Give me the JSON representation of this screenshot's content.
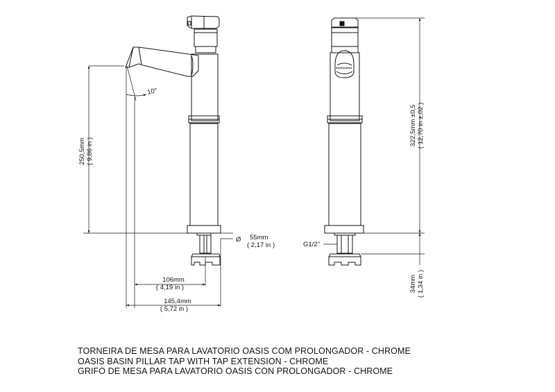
{
  "dimensions": {
    "angle": "10°",
    "height_spout_mm": "250,5mm",
    "height_spout_in": "( 9,86 in )",
    "base_diameter_symbol": "Ø",
    "base_diameter_mm": "55mm",
    "base_diameter_in": "( 2,17 in )",
    "reach_mm": "106mm",
    "reach_in": "( 4,19 in )",
    "overall_length_mm": "145,4mm",
    "overall_length_in": "( 5,72 in )",
    "thread": "G1/2\"",
    "total_height_mm": "322,5mm ±0,5",
    "total_height_in": "( 12,70 in ±,02 )",
    "extension_mm": "34mm",
    "extension_in": "( 1,34 in )"
  },
  "titles": {
    "pt": "TORNEIRA DE MESA PARA LAVATORIO OASIS COM PROLONGADOR - CHROME",
    "en": "OASIS BASIN PILLAR TAP WITH TAP EXTENSION - CHROME",
    "es": "GRIFO DE MESA PARA LAVATORIO OASIS CON PROLONGADOR - CHROME"
  }
}
